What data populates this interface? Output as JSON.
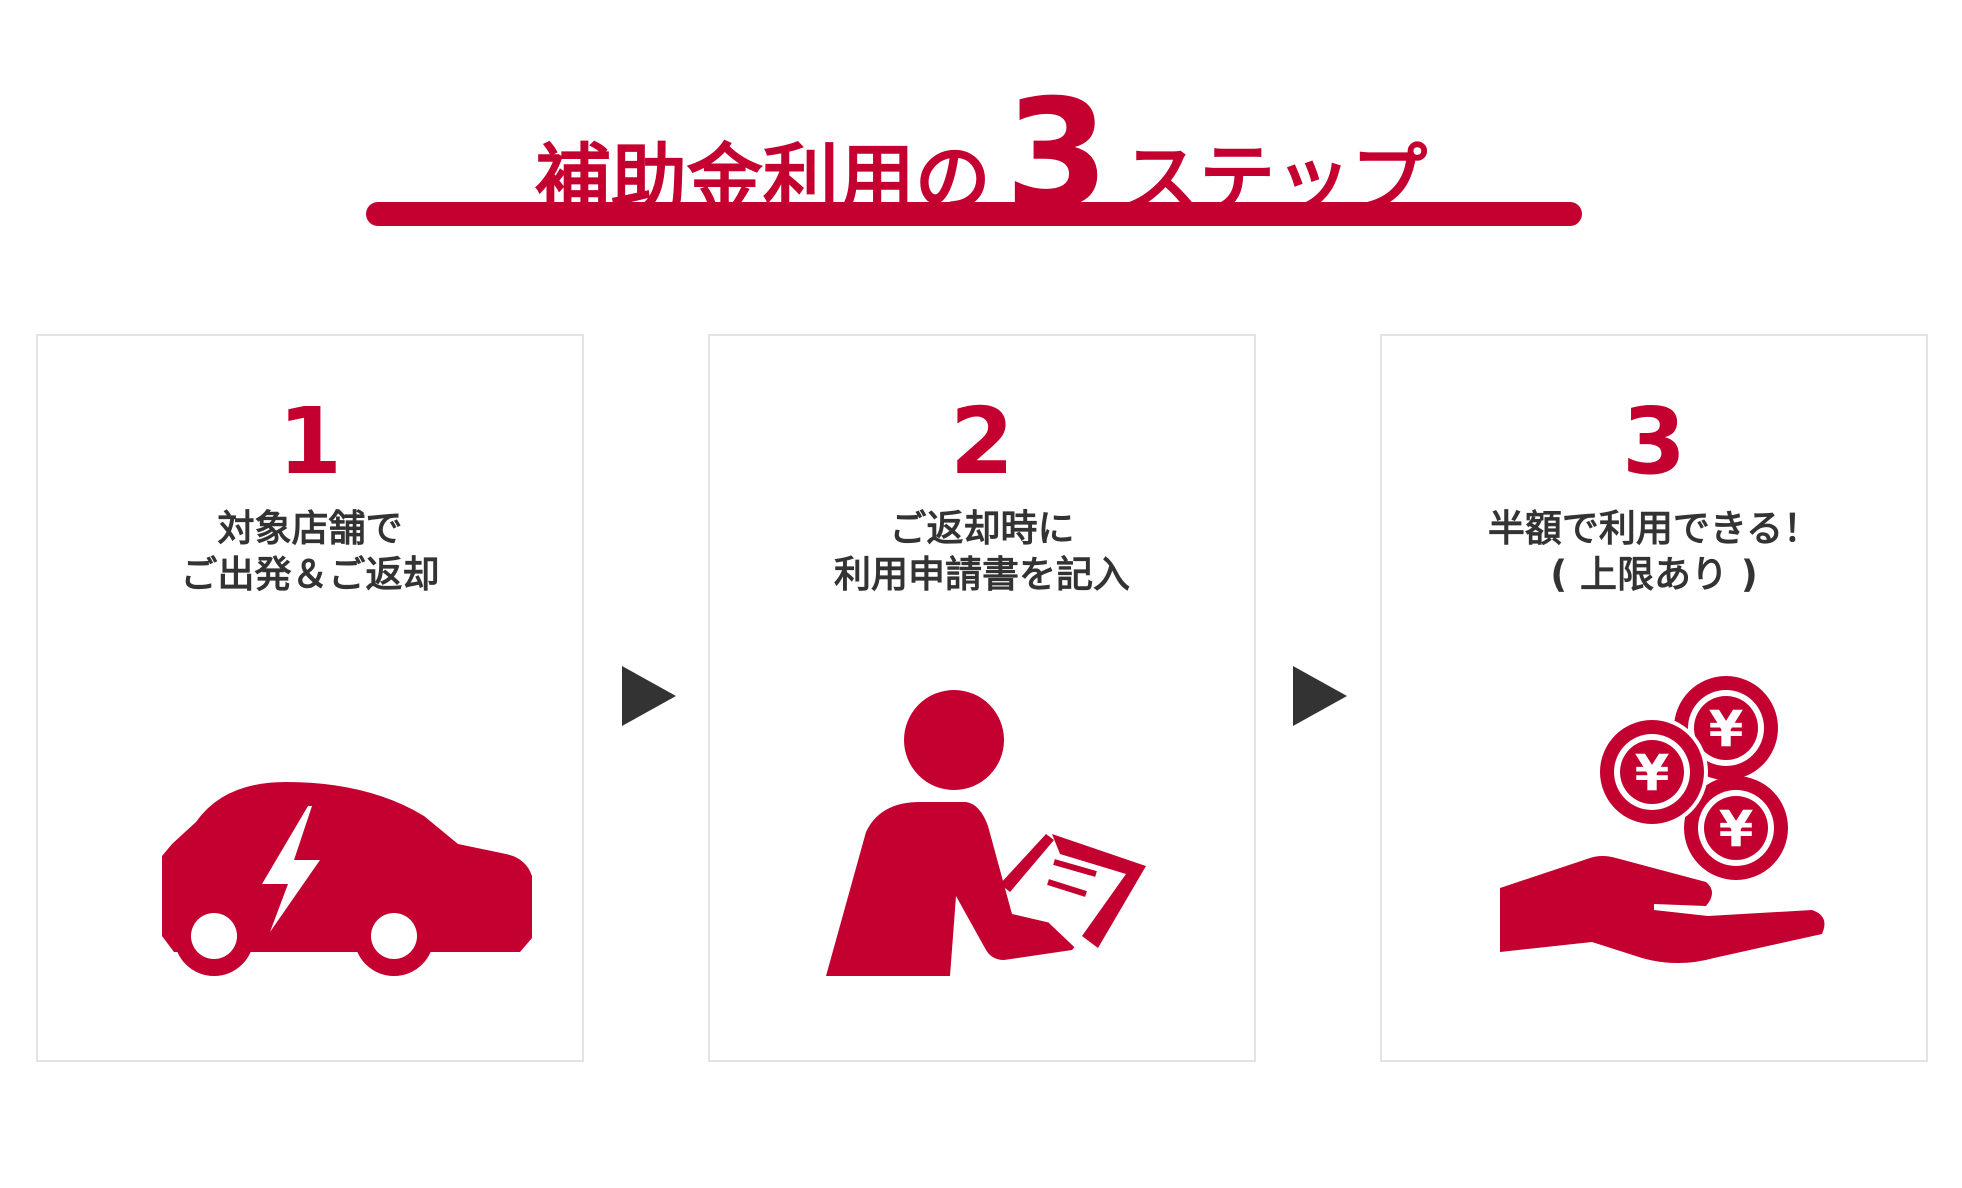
{
  "heading": {
    "prefix": "補助金利用の",
    "number": "3",
    "suffix": "ステップ"
  },
  "colors": {
    "accent": "#c3002f",
    "text": "#333333",
    "arrow": "#333333",
    "card_border": "#e3e3e3"
  },
  "steps": [
    {
      "number": "1",
      "line1": "対象店舗で",
      "line2": "ご出発＆ご返却",
      "icon": "electric-car-icon"
    },
    {
      "number": "2",
      "line1": "ご返却時に",
      "line2": "利用申請書を記入",
      "icon": "person-writing-form-icon"
    },
    {
      "number": "3",
      "line1": "半額で利用できる！",
      "line2": "( 上限あり )",
      "icon": "yen-coins-hand-icon"
    }
  ],
  "arrows": [
    "arrow-right-icon",
    "arrow-right-icon"
  ]
}
